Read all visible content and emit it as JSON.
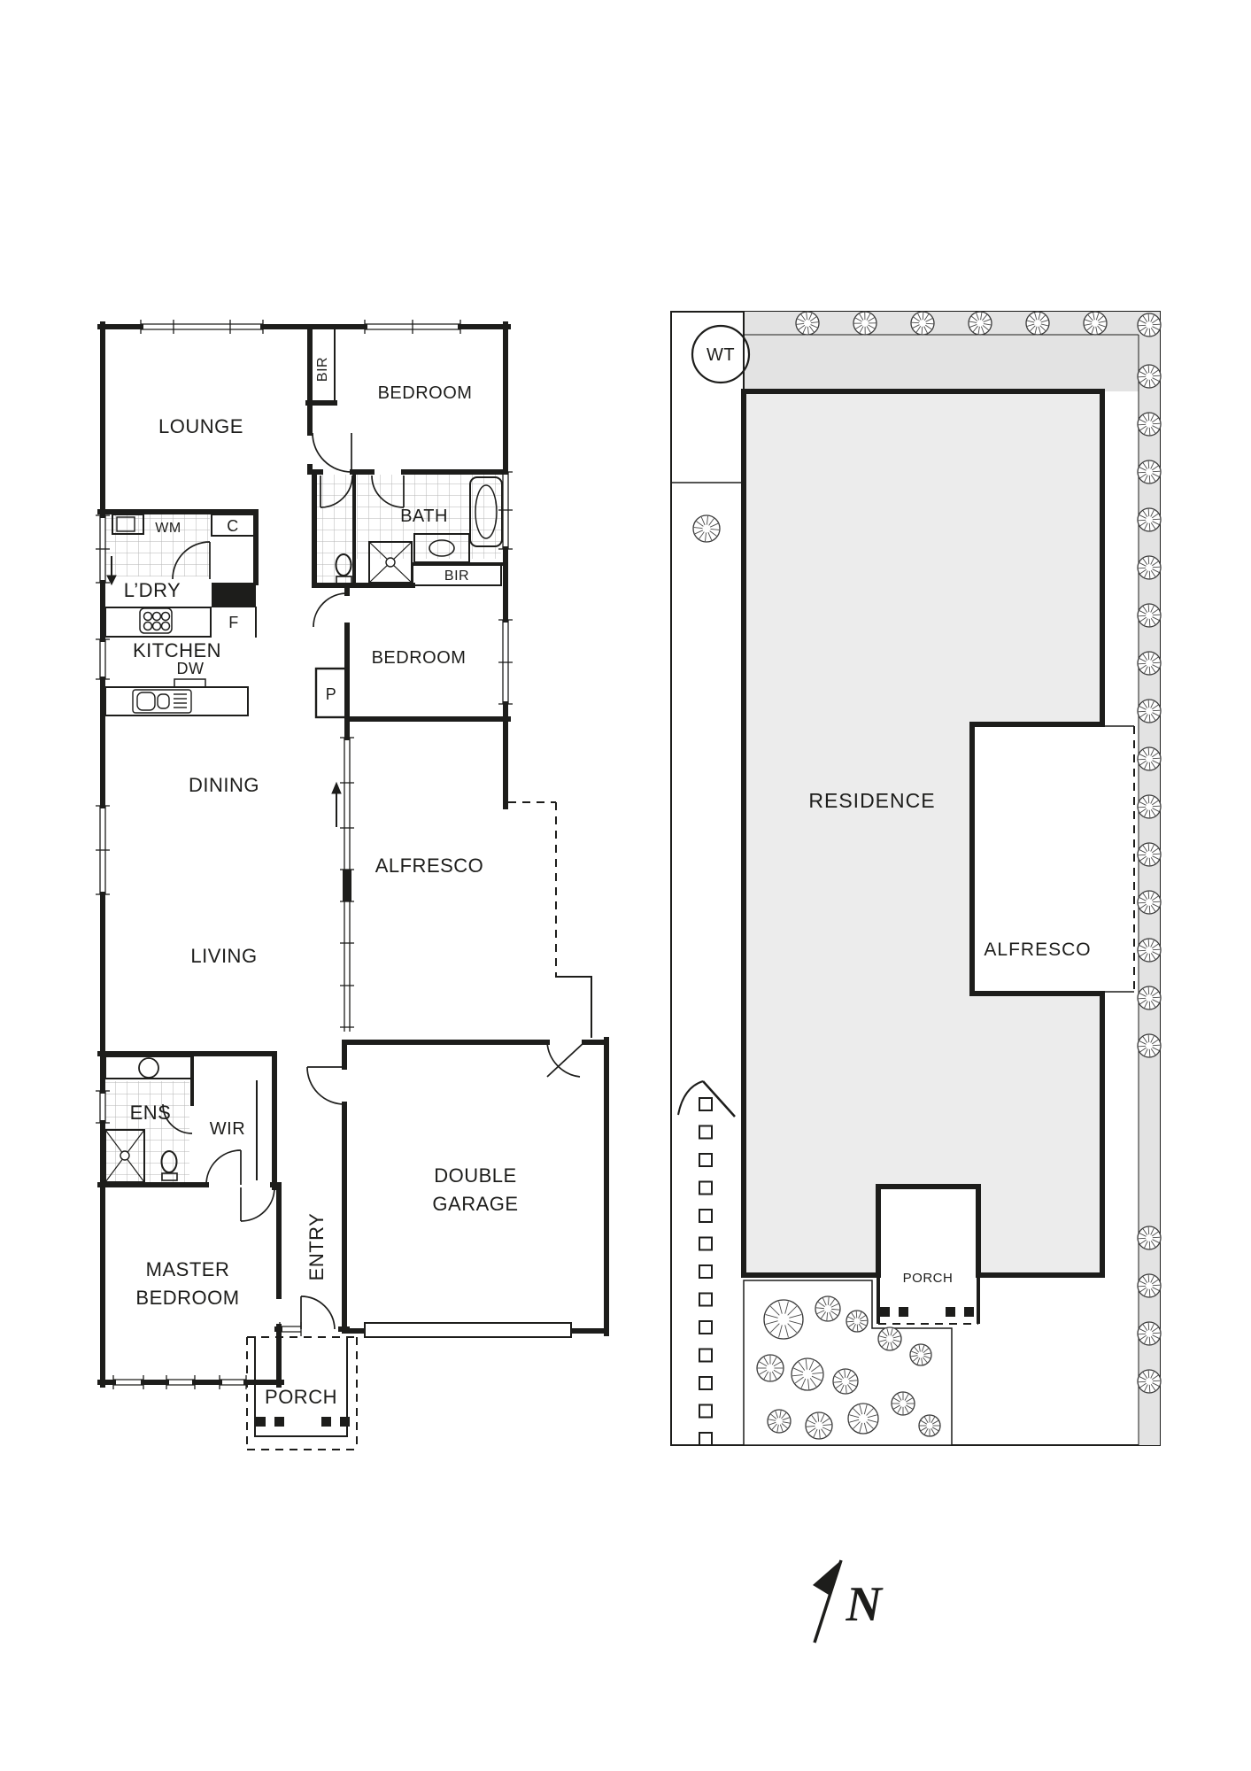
{
  "floor_plan": {
    "lounge": "LOUNGE",
    "bedroom_top": "BEDROOM",
    "bedroom_mid": "BEDROOM",
    "bath": "BATH",
    "bir_top": "BIR",
    "bir_mid": "BIR",
    "wm": "WM",
    "cupboard": "C",
    "laundry": "L’DRY",
    "fridge": "F",
    "kitchen": "KITCHEN",
    "dishwasher": "DW",
    "pantry": "P",
    "dining": "DINING",
    "alfresco": "ALFRESCO",
    "living": "LIVING",
    "ensuite": "ENS",
    "wir": "WIR",
    "master_line1": "MASTER",
    "master_line2": "BEDROOM",
    "entry": "ENTRY",
    "garage_line1": "DOUBLE",
    "garage_line2": "GARAGE",
    "porch": "PORCH"
  },
  "site_plan": {
    "water_tank": "WT",
    "residence": "RESIDENCE",
    "alfresco": "ALFRESCO",
    "porch": "PORCH"
  },
  "compass": {
    "north_label": "N"
  },
  "colors": {
    "wall": "#1d1d1b",
    "site_fill": "#ececec",
    "band_fill": "#e3e3e3",
    "tile_line": "#b5b5b5"
  }
}
